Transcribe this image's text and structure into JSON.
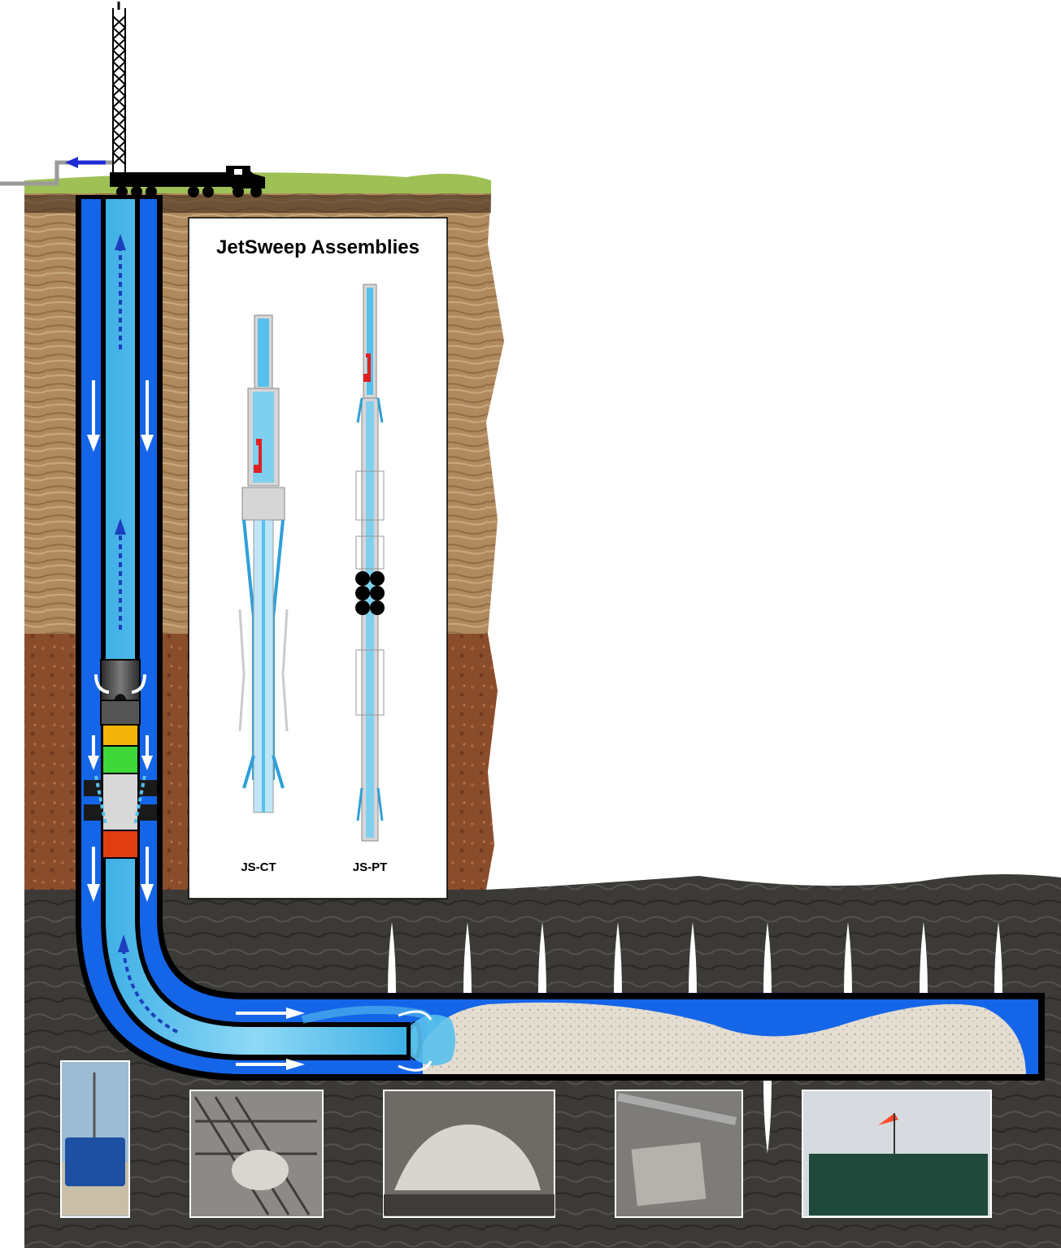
{
  "panel": {
    "title": "JetSweep Assemblies",
    "assemblies": [
      {
        "label": "JS-CT"
      },
      {
        "label": "JS-PT"
      }
    ]
  },
  "colors": {
    "sky": "#ffffff",
    "grass": "#9fc055",
    "upper_strata": "#b08a5e",
    "clay": "#8a4d2c",
    "shale": "#3c3a36",
    "casing": "#000000",
    "annulus": "#1565e8",
    "flow": "#58c0ec",
    "sand": "#e4ddd2",
    "gauge_yellow": "#f2b409",
    "gauge_green": "#3fd63a",
    "gauge_red": "#e23d12",
    "flowback_arrow": "#1f2bd6"
  },
  "icons": [
    "derrick-icon",
    "truck-icon",
    "flow-arrow-icon",
    "perforation-icon",
    "photo-thumbnail"
  ]
}
